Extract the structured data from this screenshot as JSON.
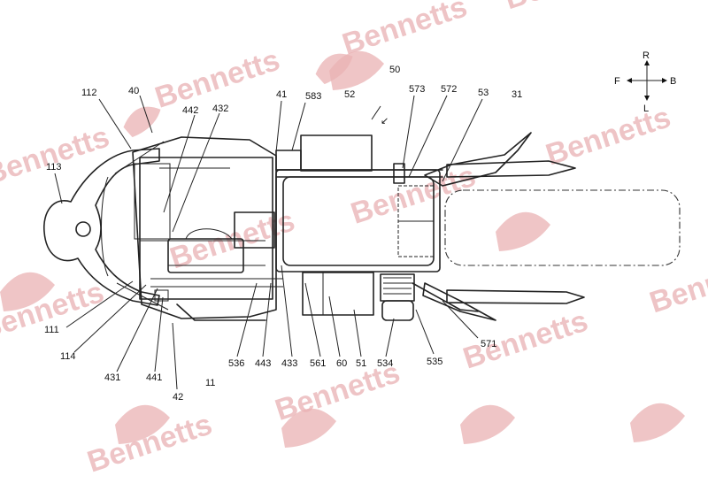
{
  "watermark": {
    "text": "Bennetts",
    "color": "#e9b1b3"
  },
  "labels": {
    "l40": "40",
    "l112": "112",
    "l113": "113",
    "l442": "442",
    "l432": "432",
    "l41": "41",
    "l583": "583",
    "l52": "52",
    "l50": "50",
    "l573": "573",
    "l572": "572",
    "l53": "53",
    "l31": "31",
    "l111": "111",
    "l114": "114",
    "l431": "431",
    "l441": "441",
    "l42": "42",
    "l11": "11",
    "l536a": "536",
    "l443": "443",
    "l433": "433",
    "l561": "561",
    "l60": "60",
    "l51": "51",
    "l534": "534",
    "l535": "535",
    "l571": "571"
  },
  "directions": {
    "right": "R",
    "left": "L",
    "front": "F",
    "back": "B"
  }
}
